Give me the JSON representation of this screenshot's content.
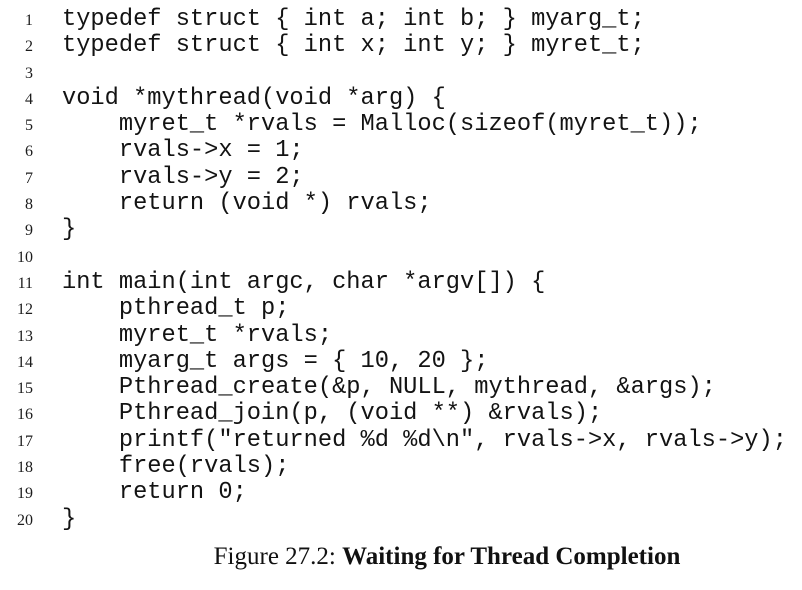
{
  "figure": {
    "caption_prefix": "Figure 27.2: ",
    "caption_title": "Waiting for Thread Completion"
  },
  "code": {
    "language": "c",
    "lines": [
      {
        "num": "1",
        "text": "typedef struct { int a; int b; } myarg_t;"
      },
      {
        "num": "2",
        "text": "typedef struct { int x; int y; } myret_t;"
      },
      {
        "num": "3",
        "text": ""
      },
      {
        "num": "4",
        "text": "void *mythread(void *arg) {"
      },
      {
        "num": "5",
        "text": "    myret_t *rvals = Malloc(sizeof(myret_t));"
      },
      {
        "num": "6",
        "text": "    rvals->x = 1;"
      },
      {
        "num": "7",
        "text": "    rvals->y = 2;"
      },
      {
        "num": "8",
        "text": "    return (void *) rvals;"
      },
      {
        "num": "9",
        "text": "}"
      },
      {
        "num": "10",
        "text": ""
      },
      {
        "num": "11",
        "text": "int main(int argc, char *argv[]) {"
      },
      {
        "num": "12",
        "text": "    pthread_t p;"
      },
      {
        "num": "13",
        "text": "    myret_t *rvals;"
      },
      {
        "num": "14",
        "text": "    myarg_t args = { 10, 20 };"
      },
      {
        "num": "15",
        "text": "    Pthread_create(&p, NULL, mythread, &args);"
      },
      {
        "num": "16",
        "text": "    Pthread_join(p, (void **) &rvals);"
      },
      {
        "num": "17",
        "text": "    printf(\"returned %d %d\\n\", rvals->x, rvals->y);"
      },
      {
        "num": "18",
        "text": "    free(rvals);"
      },
      {
        "num": "19",
        "text": "    return 0;"
      },
      {
        "num": "20",
        "text": "}"
      }
    ]
  }
}
